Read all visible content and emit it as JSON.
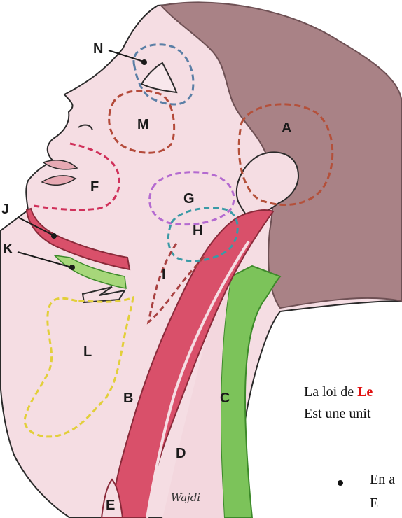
{
  "figure": {
    "zone_labels": [
      "A",
      "B",
      "C",
      "D",
      "E",
      "F",
      "G",
      "H",
      "I",
      "J",
      "K",
      "L",
      "M",
      "N"
    ],
    "signature": "Wajdi"
  },
  "side_text": {
    "line1_prefix": "La loi de ",
    "line1_highlight": "Le",
    "line2": "Est une unit",
    "bullet1": "En a",
    "bullet2": "E"
  },
  "colors": {
    "skin": "#f5dde3",
    "hair": "#a98286",
    "muscle": "#d9506a",
    "green_band": "#7cc35a",
    "outline": "#2a2a2a",
    "highlight_text": "#e01010"
  }
}
